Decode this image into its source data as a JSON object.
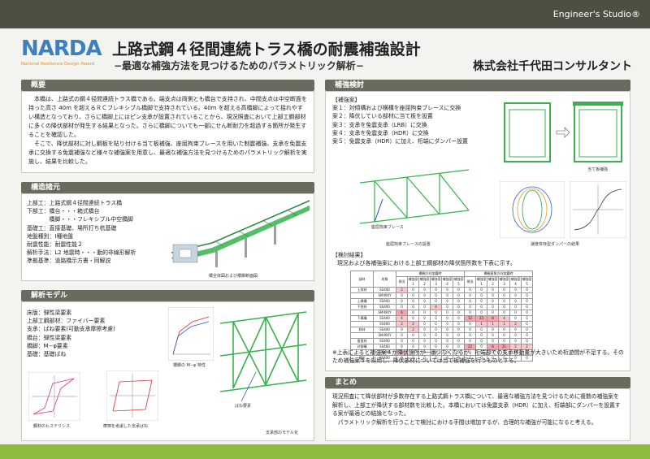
{
  "header": {
    "studio": "Engineer's Studio®"
  },
  "logo": {
    "word": "NARDA",
    "subtitle": "National Resilience Design Award"
  },
  "title": "上路式鋼４径間連続トラス橋の耐震補強設計",
  "subtitle": "−最適な補強方法を見つけるためのパラメトリック解析−",
  "company": "株式会社千代田コンサルタント",
  "overview": {
    "heading": "概要",
    "paragraphs": [
      "本橋は、上路式の鋼４径間連続トラス橋である。端支点は両側とも橋台で支持され、中間支点は中空断面を持った高さ 40m を超えるＲＣフレキシブル橋脚で支持されている。40m を超える高橋脚によって揺れやすい構造となっており、さらに橋脚上にはピン支承が設置されていることから、現況照査において上部工鋼部材に多くの降伏部材が発生する結果となった。さらに橋脚についても一部にせん断耐力を超過する箇所が発生することを確認した。",
      "そこで、降伏部材に対し鋼板を貼り付ける当て板補強、座屈拘束ブレースを用いた制震補強、支承を免震支承に交換する免震補強など様々な補強案を用意し、最適な補強方法を見つけるためのパラメトリック解析を実施し、結果を比較した。"
    ]
  },
  "specs": {
    "heading": "構造諸元",
    "lines": [
      "上部工：上路式鋼４径間連続トラス橋",
      "下部工：橋台・・・箱式橋台",
      "　　　　橋脚・・・フレキシブル中空橋脚",
      "基礎工：直接基礎、場所打ち杭基礎",
      "地盤種別：Ⅰ種地盤",
      "耐震性能：耐震性能２",
      "解析手法：L2 地震時・・・動的非線形解析",
      "準拠基準：道路橋示方書・同解説"
    ],
    "caption": "橋全体図および橋脚断面図"
  },
  "model": {
    "heading": "解析モデル",
    "lines": [
      "床版：弾性梁要素",
      "上部工鋼部材：ファイバー要素",
      "支承：ばね要素(可動支承摩擦考慮)",
      "橋台：弾性梁要素",
      "橋脚：M−φ要素",
      "基礎：基礎ばね"
    ],
    "captions": [
      "鋼材のヒステリシス",
      "摩擦を考慮した支承ばね",
      "橋脚の M−φ 特性",
      "ばね要素",
      "支承部のモデル化"
    ]
  },
  "study": {
    "heading": "補強検討",
    "plan_title": "【補強案】",
    "plans": [
      "案１：対傾構および横構を座屈拘束ブレースに交換",
      "案２：降伏している部材に当て板を設置",
      "案３：支承を免震支承（LRB）に交換",
      "案４：支承を免震支承（HDR）に交換",
      "案５：免震支承（HDR）に加え、桁端にダンパー設置"
    ],
    "captions": [
      "当て板補強",
      "座屈拘束ブレース",
      "座屈拘束ブレースの設置",
      "速度依存型ダンパーの結果"
    ],
    "result_title": "【検討結果】",
    "result_intro": "現況および各補強案における上部工鋼部材の降伏箇所数を下表に示す。",
    "note": "※上表によると補強案４が降伏箇所が一番少なくなるが、桁端部での支承移動量が大きいため桁遊間が不足する。そのため補強案５を採用し、降伏部材については当て板補強を行うものとする。"
  },
  "table": {
    "col_part": "部材",
    "col_mat": "材質",
    "grp_a": "橋軸方向加震時",
    "grp_b": "橋軸直角方向加震時",
    "cases": [
      "現況",
      "補強案1",
      "補強案2",
      "補強案3",
      "補強案4",
      "補強案5"
    ],
    "rows": [
      {
        "part": "上弦材",
        "mat": "SS400",
        "v": [
          "2",
          "0",
          "0",
          "0",
          "0",
          "0",
          "0",
          "0",
          "0",
          "0",
          "0",
          "0"
        ],
        "hl": [
          1,
          0,
          0,
          0,
          0,
          0,
          0,
          0,
          0,
          0,
          0,
          0
        ]
      },
      {
        "part": "",
        "mat": "SM490Y",
        "v": [
          "0",
          "0",
          "0",
          "0",
          "0",
          "0",
          "0",
          "0",
          "0",
          "0",
          "0",
          "0"
        ],
        "hl": [
          0,
          0,
          0,
          0,
          0,
          0,
          0,
          0,
          0,
          0,
          0,
          0
        ]
      },
      {
        "part": "上横構",
        "mat": "SS400",
        "v": [
          "0",
          "0",
          "0",
          "0",
          "0",
          "0",
          "0",
          "0",
          "0",
          "0",
          "0",
          "0"
        ],
        "hl": [
          0,
          0,
          0,
          0,
          0,
          0,
          0,
          0,
          0,
          0,
          0,
          0
        ]
      },
      {
        "part": "下弦材",
        "mat": "SS400",
        "v": [
          "0",
          "0",
          "0",
          "4",
          "0",
          "0",
          "0",
          "0",
          "0",
          "0",
          "0",
          "0"
        ],
        "hl": [
          0,
          0,
          0,
          1,
          0,
          0,
          0,
          0,
          0,
          0,
          0,
          0
        ]
      },
      {
        "part": "",
        "mat": "SM490Y",
        "v": [
          "6",
          "0",
          "0",
          "0",
          "0",
          "0",
          "0",
          "0",
          "0",
          "0",
          "0",
          "0"
        ],
        "hl": [
          1,
          0,
          0,
          0,
          0,
          0,
          0,
          0,
          0,
          0,
          0,
          0
        ]
      },
      {
        "part": "下横構",
        "mat": "SS400",
        "v": [
          "4",
          "0",
          "0",
          "0",
          "0",
          "0",
          "12",
          "23",
          "8",
          "4",
          "0",
          "0"
        ],
        "hl": [
          1,
          0,
          0,
          0,
          0,
          0,
          1,
          1,
          1,
          1,
          0,
          0
        ]
      },
      {
        "part": "",
        "mat": "SS400",
        "v": [
          "2",
          "2",
          "0",
          "0",
          "0",
          "0",
          "0",
          "1",
          "1",
          "1",
          "2",
          "0"
        ],
        "hl": [
          1,
          1,
          0,
          0,
          0,
          0,
          0,
          1,
          1,
          1,
          1,
          0
        ]
      },
      {
        "part": "斜材",
        "mat": "SS400",
        "v": [
          "0",
          "2",
          "0",
          "0",
          "0",
          "0",
          "0",
          "0",
          "0",
          "0",
          "0",
          "0"
        ],
        "hl": [
          0,
          1,
          0,
          0,
          0,
          0,
          0,
          0,
          0,
          0,
          0,
          0
        ]
      },
      {
        "part": "",
        "mat": "SM490Y",
        "v": [
          "0",
          "0",
          "0",
          "0",
          "0",
          "0",
          "0",
          "0",
          "0",
          "0",
          "0",
          "0"
        ],
        "hl": [
          0,
          0,
          0,
          0,
          0,
          0,
          0,
          0,
          0,
          0,
          0,
          0
        ]
      },
      {
        "part": "垂直材",
        "mat": "SS400",
        "v": [
          "0",
          "0",
          "0",
          "0",
          "0",
          "0",
          "0",
          "0",
          "0",
          "0",
          "0",
          "0"
        ],
        "hl": [
          0,
          0,
          0,
          0,
          0,
          0,
          0,
          0,
          0,
          0,
          0,
          0
        ]
      },
      {
        "part": "対傾構",
        "mat": "SS400",
        "v": [
          "0",
          "0",
          "0",
          "0",
          "0",
          "0",
          "22",
          "0",
          "8",
          "21",
          "2",
          "2"
        ],
        "hl": [
          0,
          0,
          0,
          0,
          0,
          0,
          1,
          0,
          1,
          1,
          1,
          1
        ]
      },
      {
        "part": "",
        "mat": "SS400",
        "v": [
          "2",
          "0",
          "0",
          "0",
          "0",
          "0",
          "0",
          "0",
          "0",
          "0",
          "0",
          "0"
        ],
        "hl": [
          1,
          0,
          0,
          0,
          0,
          0,
          0,
          0,
          0,
          0,
          0,
          0
        ]
      },
      {
        "part": "横桁",
        "mat": "SS400",
        "v": [
          "0",
          "0",
          "0",
          "0",
          "0",
          "0",
          "0",
          "0",
          "0",
          "0",
          "0",
          "0"
        ],
        "hl": [
          0,
          0,
          0,
          0,
          0,
          0,
          0,
          0,
          0,
          0,
          0,
          0
        ]
      }
    ]
  },
  "summary": {
    "heading": "まとめ",
    "paragraphs": [
      "現況照査にて降伏部材が多数存在する上路式鋼トラス橋について、最適な補強方法を見つけるために複数の補強案を解析し、上部工が降伏する部材数を比較した。本橋においては免震支承（HDR）に加え、桁端部にダンパーを設置する案が最適との結論となった。",
      "パラメトリック解析を行うことで検討における手間は増加するが、合理的な補強が可能になると考える。"
    ]
  },
  "colors": {
    "accent_green": "#8cbb3f",
    "header_dark": "#4e4e42",
    "section_head": "#6a6a5e",
    "truss_green": "#37b24d"
  }
}
